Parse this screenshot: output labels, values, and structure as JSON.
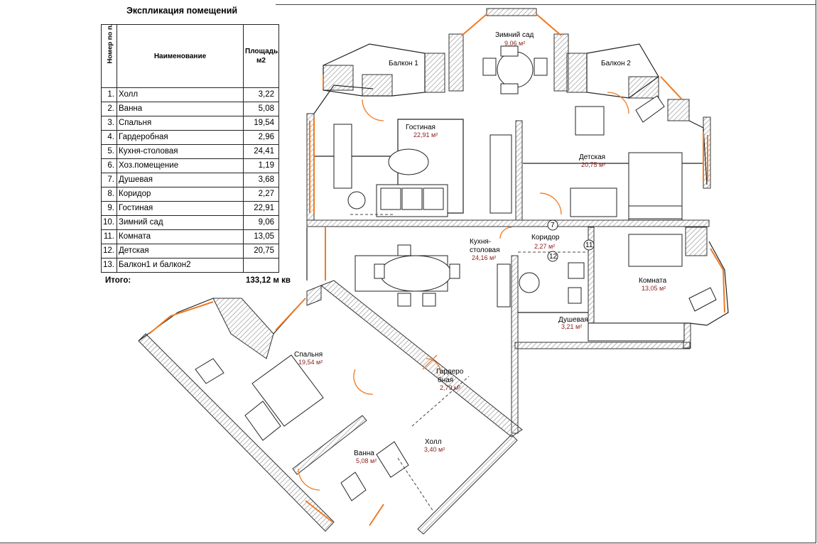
{
  "title": "Экспликация помещений",
  "table": {
    "headers": {
      "number": "Номер по плану",
      "name": "Наименование",
      "area": "Площадь, м2"
    },
    "rows": [
      {
        "num": "1.",
        "name": "Холл",
        "area": "3,22"
      },
      {
        "num": "2.",
        "name": "Ванна",
        "area": "5,08"
      },
      {
        "num": "3.",
        "name": "Спальня",
        "area": "19,54"
      },
      {
        "num": "4.",
        "name": "Гардеробная",
        "area": "2,96"
      },
      {
        "num": "5.",
        "name": "Кухня-столовая",
        "area": "24,41"
      },
      {
        "num": "6.",
        "name": "Хоз.помещение",
        "area": "1,19"
      },
      {
        "num": "7.",
        "name": "Душевая",
        "area": "3,68"
      },
      {
        "num": "8.",
        "name": "Коридор",
        "area": "2,27"
      },
      {
        "num": "9.",
        "name": "Гостиная",
        "area": "22,91"
      },
      {
        "num": "10.",
        "name": "Зимний сад",
        "area": "9,06"
      },
      {
        "num": "11.",
        "name": "Комната",
        "area": "13,05"
      },
      {
        "num": "12.",
        "name": "Детская",
        "area": "20,75"
      },
      {
        "num": "13.",
        "name": "Балкон1 и балкон2",
        "area": ""
      }
    ],
    "total_label": "Итого:",
    "total_value": "133,12 м кв"
  },
  "plan": {
    "rooms": [
      {
        "name": "Зимний сад",
        "area": "9,06 м²"
      },
      {
        "name": "Балкон 1",
        "area": ""
      },
      {
        "name": "Балкон 2",
        "area": ""
      },
      {
        "name": "Гостиная",
        "area": "22,91 м²"
      },
      {
        "name": "Детская",
        "area": "20,75 м²"
      },
      {
        "name": "Кухня-",
        "area": ""
      },
      {
        "name": "столовая",
        "area": "24,16 м²"
      },
      {
        "name": "Коридор",
        "area": "2,27 м²"
      },
      {
        "name": "Комната",
        "area": "13,05 м²"
      },
      {
        "name": "Душевая",
        "area": "3,21 м²"
      },
      {
        "name": "Спальня",
        "area": "19,54 м²"
      },
      {
        "name": "Гардеро",
        "area": ""
      },
      {
        "name": "бная",
        "area": "2,79 м²"
      },
      {
        "name": "Холл",
        "area": "3,40 м²"
      },
      {
        "name": "Ванна",
        "area": "5,08 м²"
      }
    ],
    "markers": [
      "7",
      "11",
      "12"
    ]
  }
}
